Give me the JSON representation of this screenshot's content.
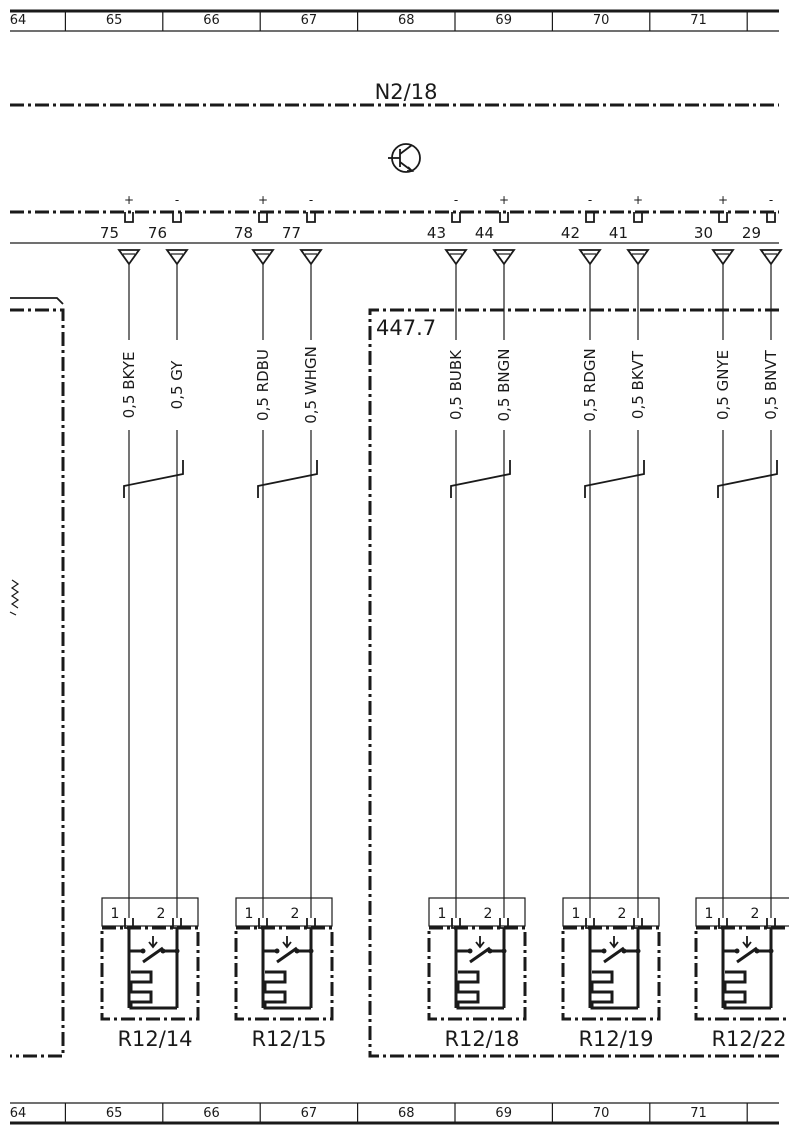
{
  "grid": {
    "numbers": [
      "64",
      "65",
      "66",
      "67",
      "68",
      "69",
      "70",
      "71"
    ]
  },
  "module": {
    "label": "N2/18"
  },
  "region": {
    "label": "447.7"
  },
  "connectors": [
    {
      "pin_left": "75",
      "pin_right": "76",
      "wire_left": "0,5 BKYE",
      "wire_right": "0,5 GY",
      "component": "R12/14",
      "pol_left": "+",
      "pol_right": "-"
    },
    {
      "pin_left": "78",
      "pin_right": "77",
      "wire_left": "0,5 RDBU",
      "wire_right": "0,5 WHGN",
      "component": "R12/15",
      "pol_left": "+",
      "pol_right": "-"
    },
    {
      "pin_left": "43",
      "pin_right": "44",
      "wire_left": "0,5 BUBK",
      "wire_right": "0,5 BNGN",
      "component": "R12/18",
      "pol_left": "-",
      "pol_right": "+"
    },
    {
      "pin_left": "42",
      "pin_right": "41",
      "wire_left": "0,5 RDGN",
      "wire_right": "0,5 BKVT",
      "component": "R12/19",
      "pol_left": "-",
      "pol_right": "+"
    },
    {
      "pin_left": "30",
      "pin_right": "29",
      "wire_left": "0,5 GNYE",
      "wire_right": "0,5 BNVT",
      "component": "R12/22",
      "pol_left": "+",
      "pol_right": "-"
    }
  ],
  "switch_pins": {
    "left": "1",
    "right": "2"
  }
}
